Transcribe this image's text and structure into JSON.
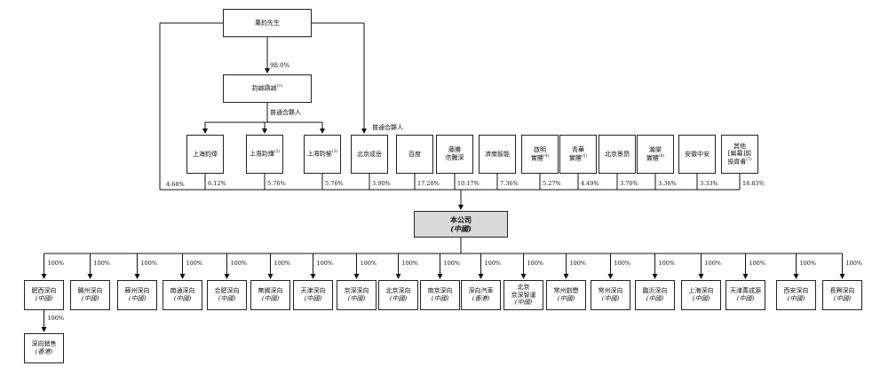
{
  "founder": "萬鈞先生",
  "gp": "鈞誠鼎誠",
  "gp_note": "(1)",
  "founder_to_gp_pct": "98.0%",
  "gp_label_1": "普通合夥人",
  "gp_label_2": "普通合夥人",
  "company": {
    "name": "本公司",
    "sub": "(中國)"
  },
  "direct_pct": "4.68%",
  "shareholders": [
    {
      "lines": [
        "上海鈞煒"
      ],
      "note": "",
      "pct": "6.12%"
    },
    {
      "lines": [
        "上海鈞燁"
      ],
      "note": "(2)",
      "pct": "5.76%"
    },
    {
      "lines": [
        "上海鈞鋆"
      ],
      "note": "(3)",
      "pct": "5.76%"
    },
    {
      "lines": [
        "北京成岳"
      ],
      "note": "",
      "pct": "3.90%"
    },
    {
      "lines": [
        "百度"
      ],
      "note": "",
      "pct": "17.28%"
    },
    {
      "lines": [
        "藤勝",
        "信騰深"
      ],
      "note": "",
      "pct": "10.17%"
    },
    {
      "lines": [
        "濟南智能"
      ],
      "note": "",
      "pct": "7.36%"
    },
    {
      "lines": [
        "啟明",
        "實體"
      ],
      "note": "(4)",
      "pct": "5.27%"
    },
    {
      "lines": [
        "青華",
        "實體"
      ],
      "note": "(5)",
      "pct": "4.49%"
    },
    {
      "lines": [
        "北京景昂"
      ],
      "note": "",
      "pct": "3.70%"
    },
    {
      "lines": [
        "瀚棠",
        "實體"
      ],
      "note": "(6)",
      "pct": "3.36%"
    },
    {
      "lines": [
        "安徽中安"
      ],
      "note": "",
      "pct": "3.33%"
    },
    {
      "lines": [
        "其他",
        "[編纂]前",
        "投資者"
      ],
      "note": "(7)",
      "pct": "18.83%"
    }
  ],
  "subsidiaries": [
    {
      "lines": [
        "肥西深向"
      ],
      "sub": "(中國)",
      "pct": "100%"
    },
    {
      "lines": [
        "贛州深向"
      ],
      "sub": "(中國)",
      "pct": "100%"
    },
    {
      "lines": [
        "蘇州深向"
      ],
      "sub": "(中國)",
      "pct": "100%"
    },
    {
      "lines": [
        "南通深向"
      ],
      "sub": "(中國)",
      "pct": "100%"
    },
    {
      "lines": [
        "合肥深向"
      ],
      "sub": "(中國)",
      "pct": "100%"
    },
    {
      "lines": [
        "無錫深向"
      ],
      "sub": "(中國)",
      "pct": "100%"
    },
    {
      "lines": [
        "天津深向"
      ],
      "sub": "(中國)",
      "pct": "100%"
    },
    {
      "lines": [
        "京深深向"
      ],
      "sub": "(中國)",
      "pct": "100%"
    },
    {
      "lines": [
        "北京深向"
      ],
      "sub": "(中國)",
      "pct": "100%"
    },
    {
      "lines": [
        "南京深向"
      ],
      "sub": "(中國)",
      "pct": "100%"
    },
    {
      "lines": [
        "深向汽車"
      ],
      "sub": "(香港)",
      "pct": "100%"
    },
    {
      "lines": [
        "北京",
        "京深智運"
      ],
      "sub": "(中國)",
      "pct": "100%"
    },
    {
      "lines": [
        "常州創懋"
      ],
      "sub": "(中國)",
      "pct": "100%"
    },
    {
      "lines": [
        "常州深向"
      ],
      "sub": "(中國)",
      "pct": "100%"
    },
    {
      "lines": [
        "臨沂深向"
      ],
      "sub": "(中國)",
      "pct": "100%"
    },
    {
      "lines": [
        "上海深向"
      ],
      "sub": "(中國)",
      "pct": "100%"
    },
    {
      "lines": [
        "天津菁成源"
      ],
      "sub": "(中國)",
      "pct": "100%"
    },
    {
      "lines": [
        "西安深向"
      ],
      "sub": "(中國)",
      "pct": "100%"
    },
    {
      "lines": [
        "長興深向"
      ],
      "sub": "(中國)",
      "pct": "100%"
    }
  ],
  "grandchild": {
    "lines": [
      "深向銷售"
    ],
    "sub": "(香港)",
    "pct": "100%"
  }
}
